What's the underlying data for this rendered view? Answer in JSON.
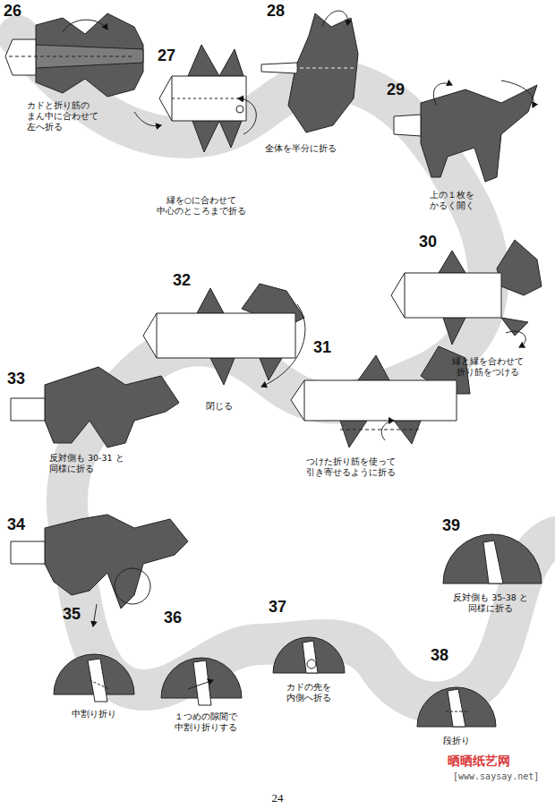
{
  "diagram": {
    "labels": [
      "26",
      "カドと折り筋の まん中に合わせて 左へ折る",
      "27",
      "縁を○に合わせて 中心のところまで折る",
      "28",
      "全体を半分に折る",
      "29",
      "上の１枚を かるく開く",
      "30",
      "縁と縁を合わせて 折り筋をつける",
      "31",
      "つけた折り筋を使って 引き寄せるように折る",
      "32",
      "閉じる",
      "33",
      "反対側も 30-31 と 同様に折る",
      "34",
      "35",
      "中割り折り",
      "36",
      "１つめの隙間で 中割り折りする",
      "37",
      "カドの先を 内側へ折る",
      "38",
      "段折り",
      "39",
      "反対側も 35-38 と 同様に折る",
      "晒晒纸艺网",
      "[www.saysay.net]",
      "24"
    ]
  }
}
